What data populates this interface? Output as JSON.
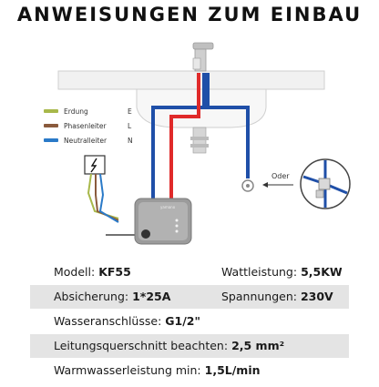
{
  "title": "ANWEISUNGEN ZUM EINBAU",
  "legend": [
    {
      "label": "Erdung",
      "code": "E",
      "color": "#a8b84a"
    },
    {
      "label": "Phasenleiter",
      "code": "L",
      "color": "#8a5a3c"
    },
    {
      "label": "Neutralleiter",
      "code": "N",
      "color": "#2a7ac8"
    }
  ],
  "diagram": {
    "alt_label": "Oder",
    "device_brand": "yamano",
    "colors": {
      "hot": "#e02a2a",
      "cold": "#1f4fa8",
      "device": "#9b9b9b"
    }
  },
  "specs": {
    "model_label": "Modell:",
    "model_value": "KF55",
    "power_label": "Wattleistung:",
    "power_value": "5,5KW",
    "fuse_label": "Absicherung:",
    "fuse_value": "1*25A",
    "voltage_label": "Spannungen:",
    "voltage_value": "230V",
    "water_label": "Wasseranschlüsse:",
    "water_value": "G1/2\"",
    "cable_label": "Leitungsquerschnitt beachten:",
    "cable_value": "2,5 mm²",
    "flow_label": "Warmwasserleistung min:",
    "flow_value": "1,5L/min"
  }
}
